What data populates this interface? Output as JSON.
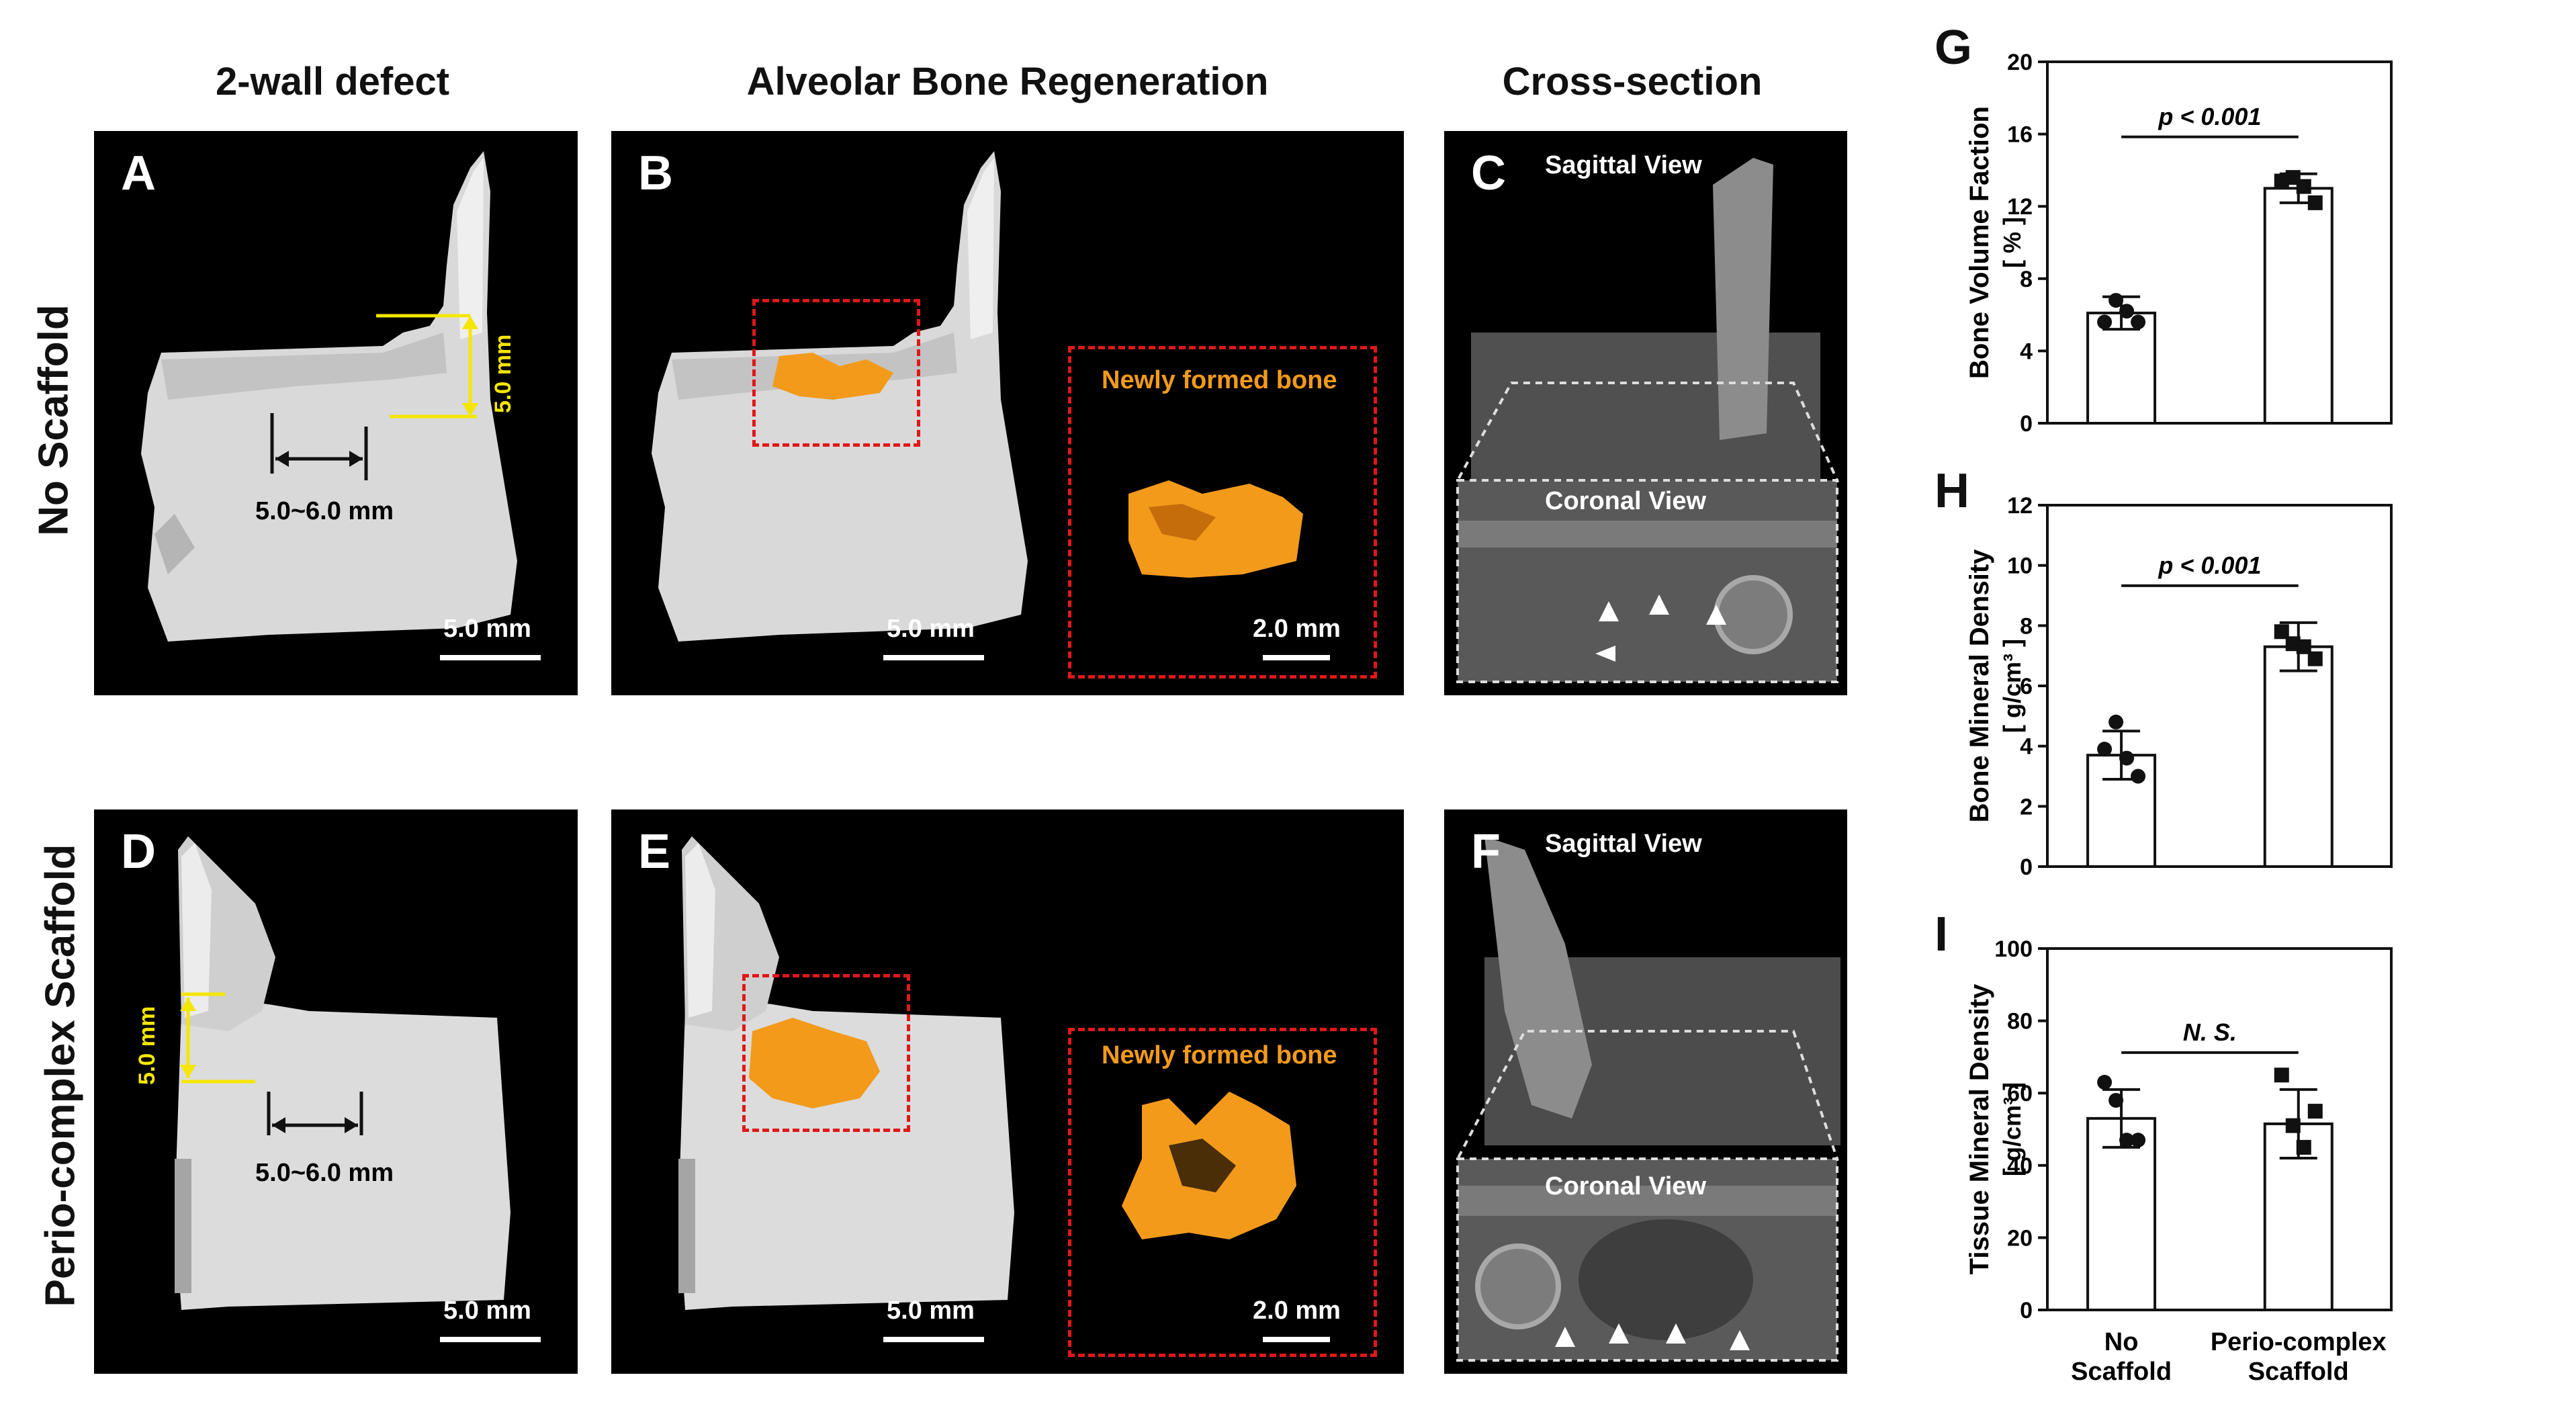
{
  "headers": {
    "col1": "2-wall defect",
    "col2": "Alveolar Bone Regeneration",
    "col3": "Cross-section",
    "row1": "No Scaffold",
    "row2": "Perio-complex Scaffold"
  },
  "panels": {
    "A": {
      "letter": "A",
      "dim_height": "5.0 mm",
      "dim_width": "5.0~6.0 mm",
      "scale": "5.0 mm"
    },
    "B": {
      "letter": "B",
      "inset_label": "Newly formed bone",
      "scale": "5.0 mm",
      "inset_scale": "2.0 mm"
    },
    "C": {
      "letter": "C",
      "sagittal": "Sagittal View",
      "coronal": "Coronal View"
    },
    "D": {
      "letter": "D",
      "dim_height": "5.0 mm",
      "dim_width": "5.0~6.0 mm",
      "scale": "5.0 mm"
    },
    "E": {
      "letter": "E",
      "inset_label": "Newly formed bone",
      "scale": "5.0 mm",
      "inset_scale": "2.0 mm"
    },
    "F": {
      "letter": "F",
      "sagittal": "Sagittal View",
      "coronal": "Coronal View"
    }
  },
  "colors": {
    "bone": "#d8d8d8",
    "new_bone": "#f39a1b",
    "inset_border": "#e01818",
    "dimension": "#f5e600"
  },
  "chart_data": [
    {
      "type": "bar",
      "letter": "G",
      "categories": [
        "No Scaffold",
        "Perio-complex Scaffold"
      ],
      "values": [
        6.1,
        13.0
      ],
      "sd": [
        0.9,
        0.8
      ],
      "points": [
        [
          5.6,
          6.8,
          5.6,
          6.2
        ],
        [
          13.4,
          13.6,
          12.2,
          13.1
        ]
      ],
      "ylabel": "Bone Volume Faction",
      "yunit": "[ % ]",
      "ylim": [
        0,
        20
      ],
      "yticks": [
        0,
        4,
        8,
        12,
        16,
        20
      ],
      "annotation": "p < 0.001"
    },
    {
      "type": "bar",
      "letter": "H",
      "categories": [
        "No Scaffold",
        "Perio-complex Scaffold"
      ],
      "values": [
        3.7,
        7.3
      ],
      "sd": [
        0.8,
        0.8
      ],
      "points": [
        [
          3.9,
          4.8,
          3.0,
          3.6
        ],
        [
          7.8,
          7.4,
          6.9,
          7.3
        ]
      ],
      "ylabel": "Bone Mineral Density",
      "yunit": "[ g/cm³ ]",
      "ylim": [
        0,
        12
      ],
      "yticks": [
        0,
        2,
        4,
        6,
        8,
        10,
        12
      ],
      "annotation": "p < 0.001"
    },
    {
      "type": "bar",
      "letter": "I",
      "categories": [
        "No Scaffold",
        "Perio-complex Scaffold"
      ],
      "values": [
        53,
        51.5
      ],
      "sd": [
        8,
        9.5
      ],
      "points": [
        [
          63,
          58,
          47,
          47
        ],
        [
          65,
          51,
          55,
          45
        ]
      ],
      "ylabel": "Tissue Mineral Density",
      "yunit": "[ g/cm³ ]",
      "ylim": [
        0,
        100
      ],
      "yticks": [
        0,
        20,
        40,
        60,
        80,
        100
      ],
      "annotation": "N. S.",
      "xticklabels": [
        [
          "No",
          "Scaffold"
        ],
        [
          "Perio-complex",
          "Scaffold"
        ]
      ]
    }
  ]
}
